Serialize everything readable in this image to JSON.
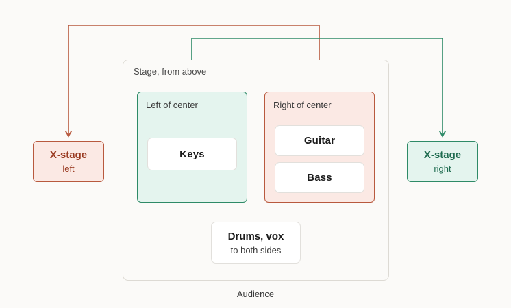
{
  "stage": {
    "title": "Stage, from above",
    "left_zone": {
      "title": "Left of center",
      "instruments": [
        "Keys"
      ]
    },
    "right_zone": {
      "title": "Right of center",
      "instruments": [
        "Guitar",
        "Bass"
      ]
    },
    "center": {
      "label": "Drums, vox",
      "sublabel": "to both sides"
    }
  },
  "cross_stage": {
    "left": {
      "title": "X-stage",
      "side": "left"
    },
    "right": {
      "title": "X-stage",
      "side": "right"
    }
  },
  "audience": "Audience",
  "colors": {
    "left_link": "#b8593e",
    "right_link": "#2e8a67",
    "green_fill": "#e4f4ee",
    "red_fill": "#fbe9e4"
  }
}
